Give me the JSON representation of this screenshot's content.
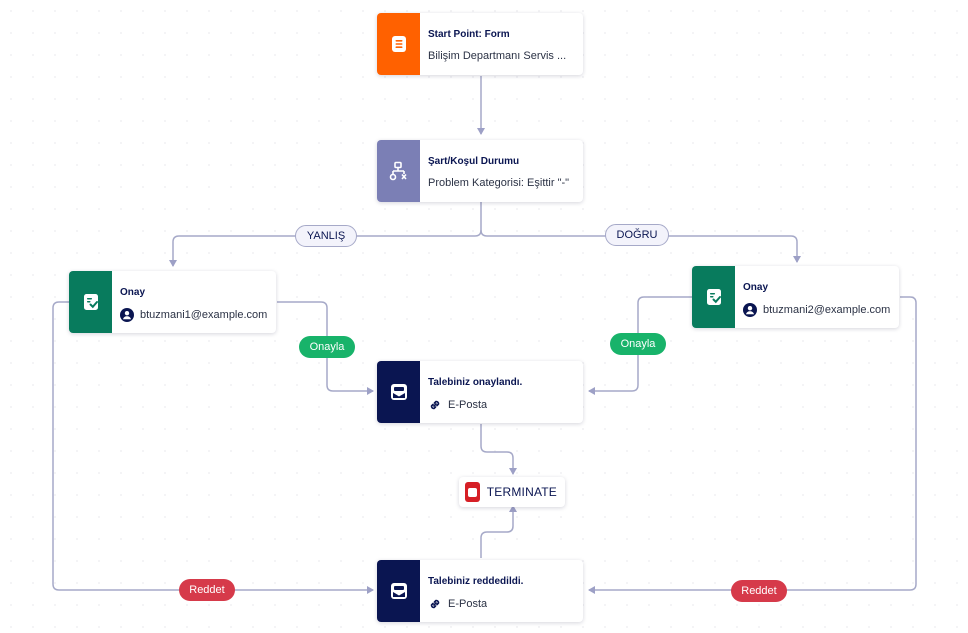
{
  "colors": {
    "form": "#ff6100",
    "condition": "#7b7fb5",
    "approval": "#087b5d",
    "email": "#0a1551",
    "terminate": "#d61f26",
    "approve_pill": "#18b36a",
    "reject_pill": "#d63a4a",
    "connector": "#a6a9c8"
  },
  "nodes": {
    "start": {
      "title": "Start Point: Form",
      "subtitle": "Bilişim Departmanı Servis ...",
      "icon": "form-icon"
    },
    "condition": {
      "title": "Şart/Koşul Durumu",
      "subtitle": "Problem Kategorisi: Eşittir \"-\"",
      "icon": "branch-icon"
    },
    "approval_left": {
      "title": "Onay",
      "subtitle": "btuzmani1@example.com",
      "icon": "approval-icon",
      "user_icon": "user-icon"
    },
    "approval_right": {
      "title": "Onay",
      "subtitle": "btuzmani2@example.com",
      "icon": "approval-icon",
      "user_icon": "user-icon"
    },
    "email_approved": {
      "title": "Talebiniz onaylandı.",
      "subtitle": "E-Posta",
      "icon": "mail-icon",
      "link_icon": "link-icon"
    },
    "email_rejected": {
      "title": "Talebiniz reddedildi.",
      "subtitle": "E-Posta",
      "icon": "mail-icon",
      "link_icon": "link-icon"
    },
    "terminate": {
      "label": "TERMINATE",
      "icon": "stop-icon"
    }
  },
  "labels": {
    "false_branch": "YANLIŞ",
    "true_branch": "DOĞRU",
    "approve_left": "Onayla",
    "approve_right": "Onayla",
    "reject_left": "Reddet",
    "reject_right": "Reddet"
  }
}
